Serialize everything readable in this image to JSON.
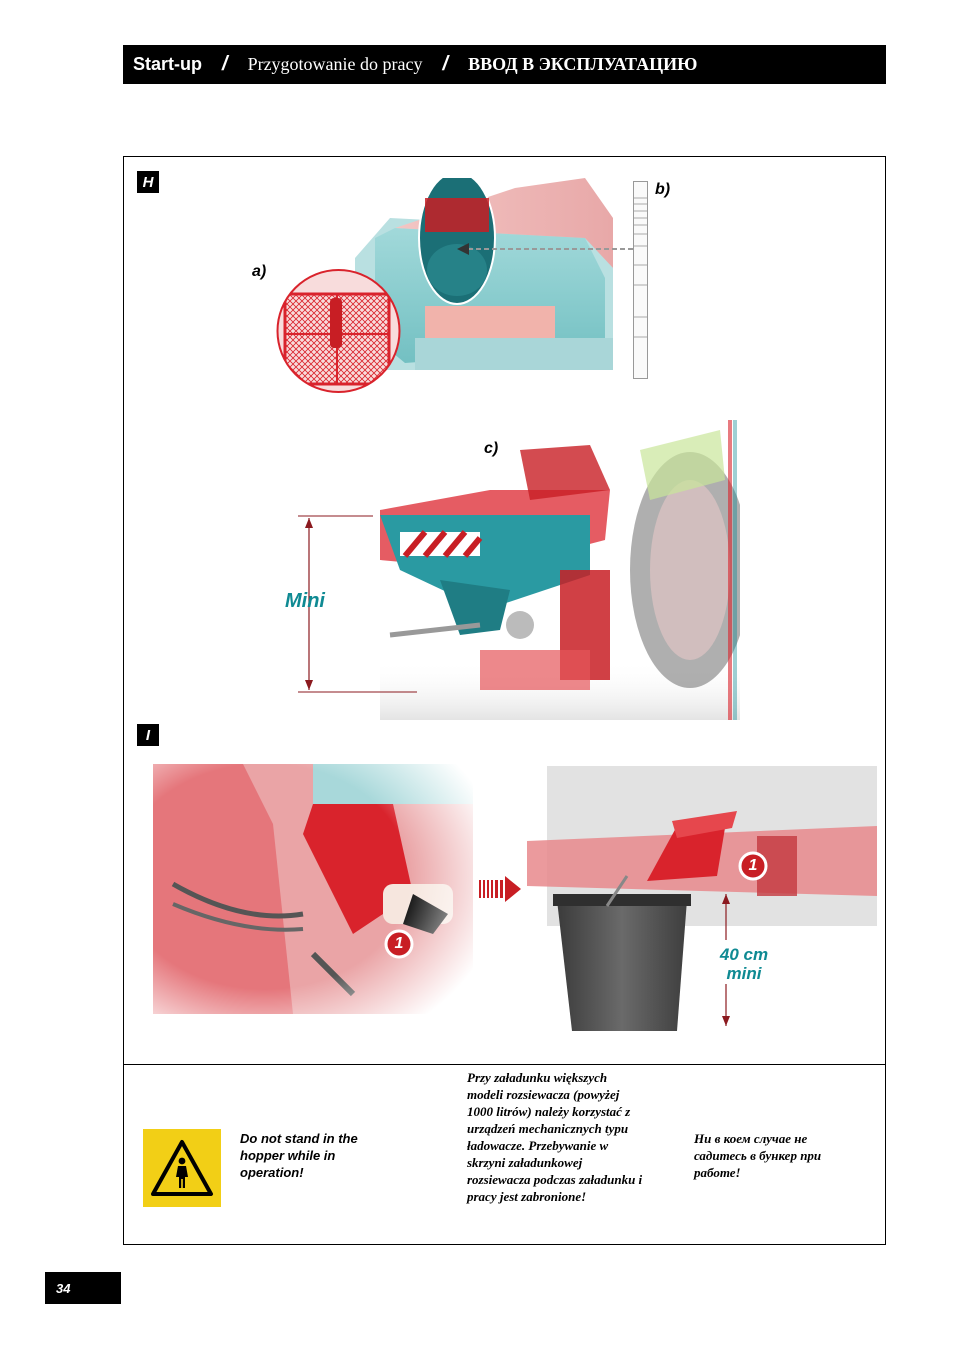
{
  "header": {
    "en": "Start-up",
    "sep": "/",
    "pl": "Przygotowanie do pracy",
    "ru": "ВВОД В ЭКСПЛУАТАЦИЮ"
  },
  "sections": {
    "h": "H",
    "i": "I"
  },
  "figure_h": {
    "label_a": "a)",
    "label_b": "b)",
    "label_c": "c)",
    "mini_label": "Mini"
  },
  "figure_i": {
    "callout_left": "1",
    "callout_right": "1",
    "height_line1": "40 cm",
    "height_line2": "mini"
  },
  "warnings": {
    "en": "Do not stand in the hopper while in operation!",
    "pl": "Przy załadunku większych modeli rozsiewacza (powyżej 1000 litrów) należy korzystać z urządzeń mechanicznych typu ładowacze. Przebywanie w skrzyni załadunkowej rozsiewacza podczas załadunku i pracy jest zabronione!",
    "ru": "Ни в коем случае не садитесь в бункер при работе!"
  },
  "page_number": "34",
  "colors": {
    "teal": "#0f8a93",
    "red": "#d9232c",
    "warning_yellow": "#f2cf16"
  }
}
